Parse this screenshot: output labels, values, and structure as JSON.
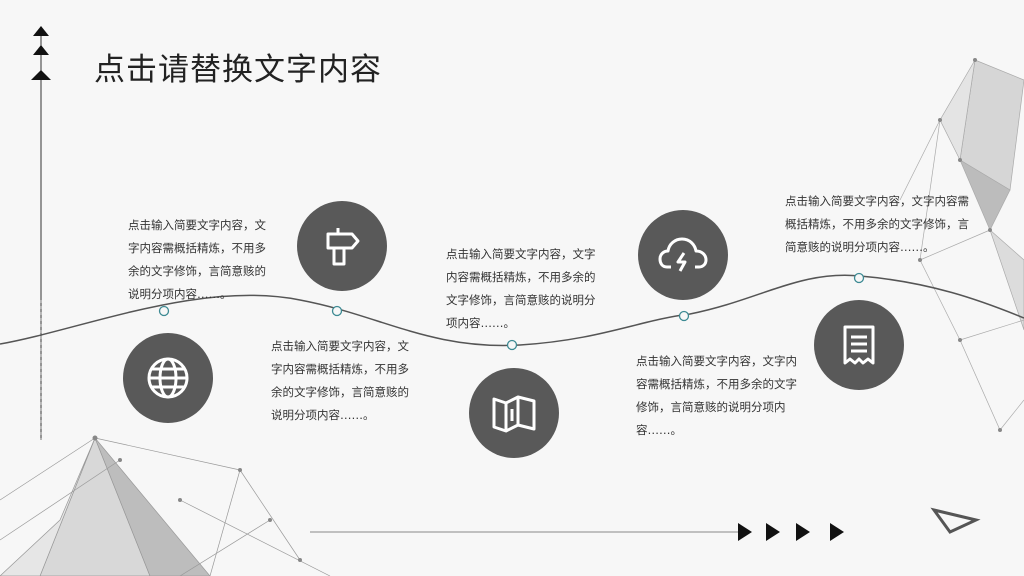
{
  "title": "点击请替换文字内容",
  "items": [
    {
      "text": "点击输入简要文字内容，文字内容需概括精炼，不用多余的文字修饰，言简意赅的说明分项内容……。",
      "icon": "globe-icon"
    },
    {
      "text": "点击输入简要文字内容，文字内容需概括精炼，不用多余的文字修饰，言简意赅的说明分项内容……。",
      "icon": "signpost-icon"
    },
    {
      "text": "点击输入简要文字内容，文字内容需概括精炼，不用多余的文字修饰，言简意赅的说明分项内容……。",
      "icon": "map-icon"
    },
    {
      "text": "点击输入简要文字内容，文字内容需概括精炼，不用多余的文字修饰，言简意赅的说明分项内容……。",
      "icon": "cloud-lightning-icon"
    },
    {
      "text": "点击输入简要文字内容，文字内容需概括精炼，不用多余的文字修饰，言简意赅的说明分项内容……。",
      "icon": "receipt-icon"
    }
  ],
  "colors": {
    "circle": "#595959",
    "line": "#555555",
    "dot": "#3d8a93"
  }
}
